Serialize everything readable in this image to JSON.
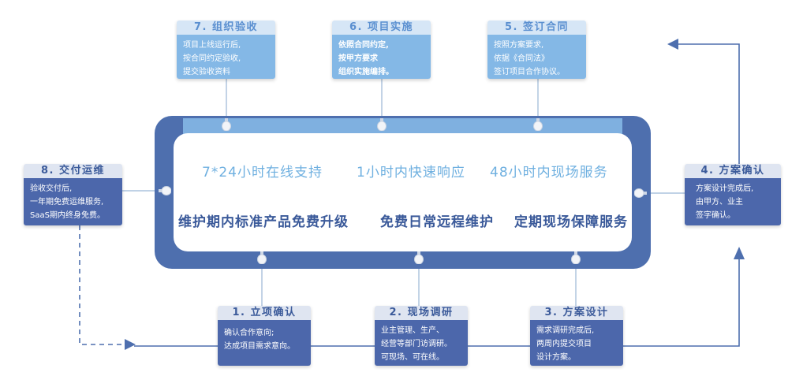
{
  "services": {
    "row1": [
      "7*24小时在线支持",
      "1小时内快速响应",
      "48小时内现场服务"
    ],
    "row2": [
      "维护期内标准产品免费升级",
      "免费日常远程维护",
      "定期现场保障服务"
    ]
  },
  "steps": {
    "s1": {
      "title": "1. 立项确认",
      "lines": [
        "确认合作意向;",
        "达成项目需求意向。"
      ]
    },
    "s2": {
      "title": "2. 现场调研",
      "lines": [
        "业主管理、生产、",
        "经营等部门访调研。",
        "可现场、可在线。"
      ]
    },
    "s3": {
      "title": "3. 方案设计",
      "lines": [
        "需求调研完成后,",
        "两周内提交项目",
        "设计方案。"
      ]
    },
    "s4": {
      "title": "4. 方案确认",
      "lines": [
        "方案设计完成后,",
        "由甲方、业主",
        "签字确认。"
      ]
    },
    "s5": {
      "title": "5. 签订合同",
      "lines": [
        "按照方案要求,",
        "依据《合同法》",
        "签订项目合作协议。"
      ]
    },
    "s6": {
      "title": "6. 项目实施",
      "lines": [
        "依照合同约定,",
        "按甲方要求",
        "组织实施编排。"
      ]
    },
    "s7": {
      "title": "7. 组织验收",
      "lines": [
        "项目上线运行后,",
        "按合同约定验收,",
        "提交验收资料"
      ]
    },
    "s8": {
      "title": "8. 交付运维",
      "lines": [
        "验收交付后,",
        "一年期免费运维服务,",
        "SaaS期内终身免费。"
      ]
    }
  },
  "colors": {
    "dark": "#4c67ab",
    "light": "#84b8e6",
    "line": "#4e6fae"
  }
}
